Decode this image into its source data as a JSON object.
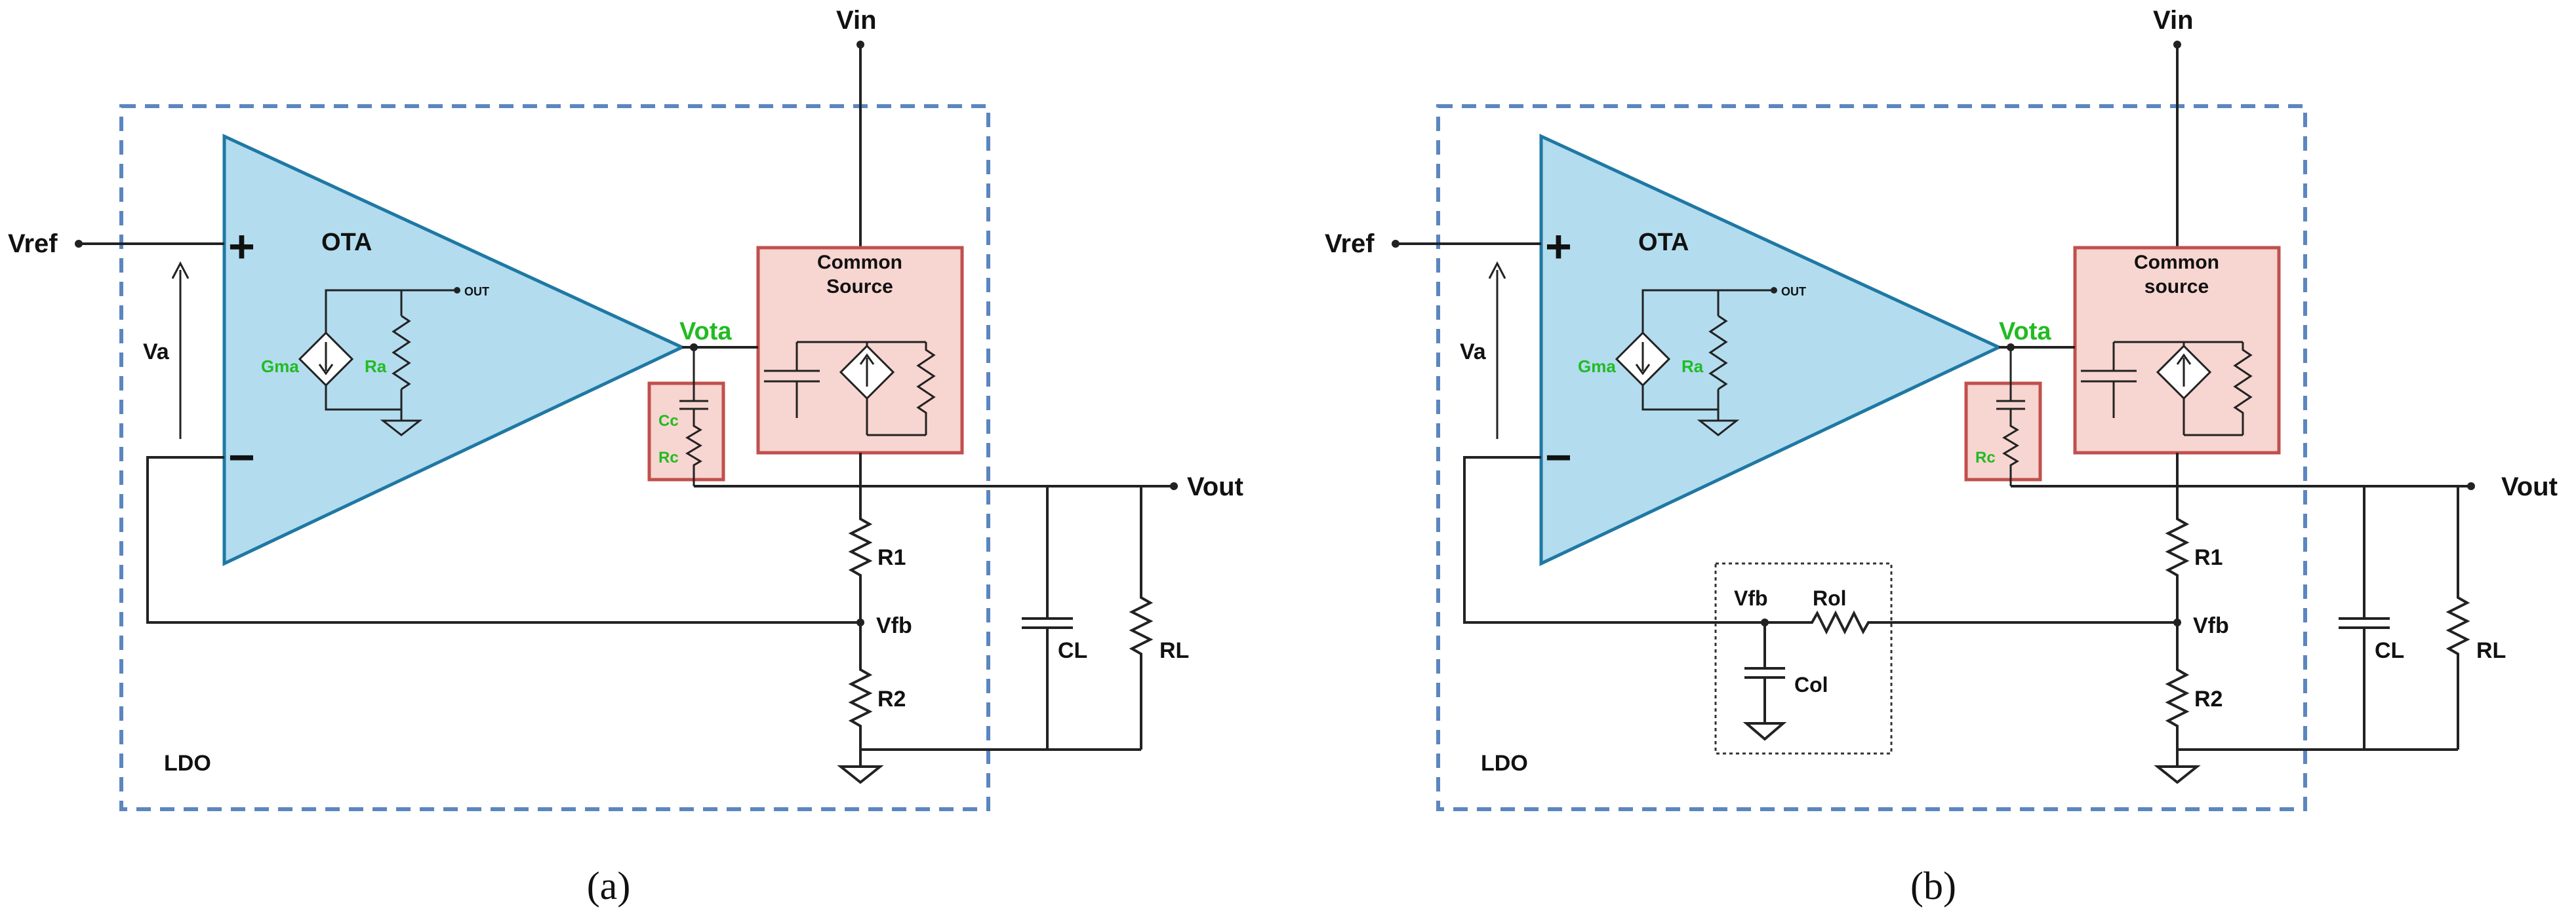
{
  "colors": {
    "ota_fill": "#b3dcef",
    "ota_stroke": "#1f78a3",
    "ldo_border": "#5b86bf",
    "block_fill": "#f7d5d0",
    "block_stroke": "#c0504d",
    "highlight_text": "#22bb22",
    "wire": "#222222"
  },
  "panels": [
    {
      "caption": "(a)",
      "ota_label": "OTA",
      "plus": "+",
      "minus": "−",
      "out_label": "OUT",
      "gma": "Gma",
      "ra": "Ra",
      "vref": "Vref",
      "va": "Va",
      "vin": "Vin",
      "vota": "Vota",
      "cs_line1": "Common",
      "cs_line2": "Source",
      "cc": "Cc",
      "rc": "Rc",
      "vout": "Vout",
      "r1": "R1",
      "r2": "R2",
      "vfb": "Vfb",
      "cl": "CL",
      "rl": "RL",
      "ldo": "LDO"
    },
    {
      "caption": "(b)",
      "ota_label": "OTA",
      "plus": "+",
      "minus": "−",
      "out_label": "OUT",
      "gma": "Gma",
      "ra": "Ra",
      "vref": "Vref",
      "va": "Va",
      "vin": "Vin",
      "vota": "Vota",
      "cs_line1": "Common",
      "cs_line2": "source",
      "rc": "Rc",
      "vout": "Vout",
      "r1": "R1",
      "r2": "R2",
      "vfb": "Vfb",
      "cl": "CL",
      "rl": "RL",
      "ldo": "LDO",
      "vfb_inner": "Vfb",
      "rol": "Rol",
      "col": "Col"
    }
  ]
}
